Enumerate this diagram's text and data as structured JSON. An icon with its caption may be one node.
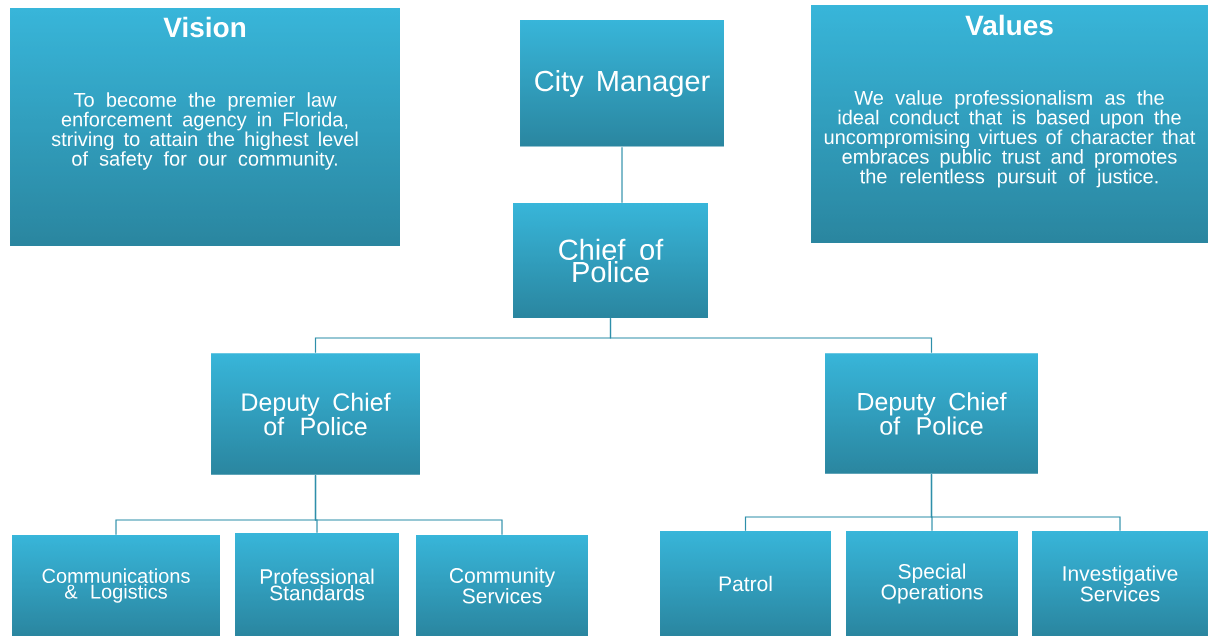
{
  "diagram": {
    "nodes": [
      {
        "text": [
          "Vision",
          "To become the premier law enforcement agency in Florida, striving to attain the highest level of safety for our community."
        ]
      },
      {
        "text": [
          "City Manager"
        ]
      },
      {
        "text": [
          "Values",
          "We value professionalism as the ideal conduct that is based upon the uncompromising virtues of character that embraces public trust and promotes the relentless pursuit of justice."
        ]
      },
      {
        "text": [
          "Chief of Police"
        ]
      },
      {
        "text": [
          "Deputy Chief of Police"
        ]
      },
      {
        "text": [
          "Deputy Chief of Police"
        ]
      },
      {
        "text": [
          "Communications & Logistics"
        ]
      },
      {
        "text": [
          "Professional Standards"
        ]
      },
      {
        "text": [
          "Community Services"
        ]
      },
      {
        "text": [
          "Patrol"
        ]
      },
      {
        "text": [
          "Special Operations"
        ]
      },
      {
        "text": [
          "Investigative Services"
        ]
      }
    ],
    "edges": [
      {
        "from": 1,
        "to": 3,
        "arrow": "none"
      },
      {
        "from": 3,
        "to": 4,
        "arrow": "none"
      },
      {
        "from": 3,
        "to": 5,
        "arrow": "none"
      },
      {
        "from": 4,
        "to": 6,
        "arrow": "none"
      },
      {
        "from": 4,
        "to": 7,
        "arrow": "none"
      },
      {
        "from": 4,
        "to": 8,
        "arrow": "none"
      },
      {
        "from": 5,
        "to": 9,
        "arrow": "none"
      },
      {
        "from": 5,
        "to": 10,
        "arrow": "none"
      },
      {
        "from": 5,
        "to": 11,
        "arrow": "none"
      }
    ]
  }
}
